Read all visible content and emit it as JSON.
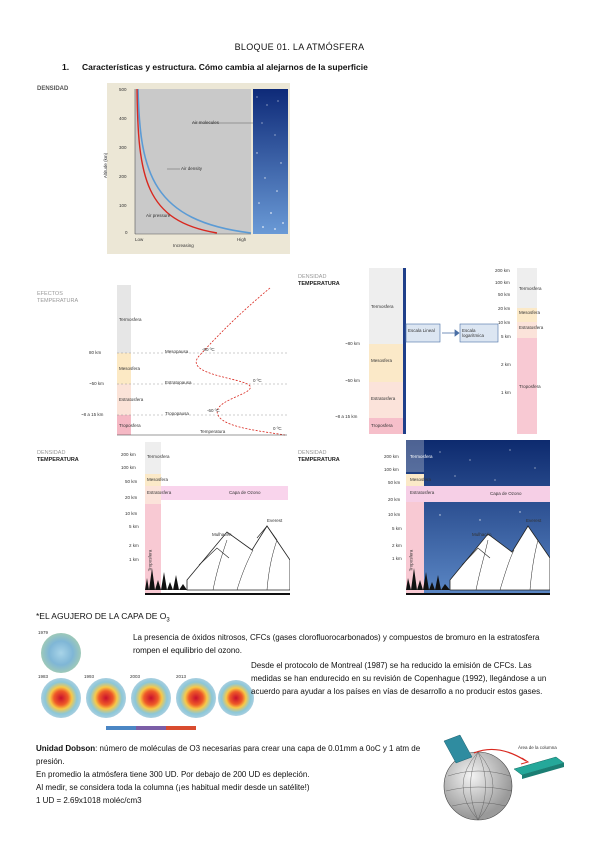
{
  "header": {
    "title": "BLOQUE 01. LA ATMÓSFERA",
    "section_number": "1.",
    "section_title": "Características y estructura. Cómo cambia al alejarnos de la superficie"
  },
  "fig_density": {
    "label": "DENSIDAD",
    "y_ticks": [
      "500",
      "400",
      "300",
      "200",
      "100",
      "0"
    ],
    "y_axis_label": "Altitude (km)",
    "x_low": "Low",
    "x_mid": "Increasing",
    "x_high": "High",
    "air_density": "Air density",
    "air_pressure": "Air pressure",
    "air_molecules": "Air molecules"
  },
  "fig_layers_a": {
    "label_1": "EFECTOS",
    "label_2": "TEMPERATURA",
    "termosfera": "Termosfera",
    "mesosfera": "Mesosfera",
    "estratosfera": "Estratosfera",
    "troposfera": "Troposfera",
    "alt_1": "80 km",
    "alt_2": "~50 km",
    "alt_3": "~8 a 15 km",
    "mesopausa": "Mesopausa",
    "estratopausa": "Estratopausa",
    "tropopausa": "Tropopausa",
    "temp_1": "-90 ºC",
    "temp_2": "0 ºC",
    "temp_3": "-60 ºC",
    "temp_4": "0 ºC",
    "temperatura": "Temperatura"
  },
  "fig_scales": {
    "label_1": "DENSIDAD",
    "label_2": "TEMPERATURA",
    "termosfera": "Termosfera",
    "mesosfera": "Mesosfera",
    "estratosfera": "Estratosfera",
    "troposfera": "Troposfera",
    "alt_1": "~80 km",
    "alt_2": "~50 km",
    "alt_3": "~8 a 15 km",
    "escala_lineal": "Escala Lineal",
    "escala_log": "Escala logarítmica",
    "log_ticks": [
      "200 km",
      "100 km",
      "50 km",
      "20 km",
      "10 km",
      "5 km",
      "2 km",
      "1 km"
    ],
    "termosfera_r": "Termosfera",
    "mesosfera_r": "Mesosfera",
    "estratosfera_r": "Estratosfera",
    "troposfera_r": "Troposfera"
  },
  "fig_ozone_a": {
    "label_1": "DENSIDAD",
    "label_2": "TEMPERATURA",
    "ticks": [
      "200 km",
      "100 km",
      "50 km",
      "20 km",
      "10 km",
      "5 km",
      "2 km",
      "1 km"
    ],
    "termosfera": "Termosfera",
    "mesosfera": "Mesosfera",
    "estratosfera": "Estratosfera",
    "troposfera": "Troposfera",
    "capa_ozono": "Capa de Ozono",
    "everest": "Everest",
    "mulhacen": "Mulhacén"
  },
  "fig_ozone_b": {
    "label_1": "DENSIDAD",
    "label_2": "TEMPERATURA",
    "ticks": [
      "200 km",
      "100 km",
      "50 km",
      "20 km",
      "10 km",
      "5 km",
      "2 km",
      "1 km"
    ],
    "termosfera": "Termosfera",
    "mesosfera": "Mesosfera",
    "estratosfera": "Estratosfera",
    "troposfera": "Troposfera",
    "capa_ozono": "Capa de Ozono",
    "everest": "Everest",
    "mulhacen": "Mulhacén"
  },
  "ozone_section": {
    "heading": "*EL AGUJERO DE LA CAPA DE O",
    "heading_sub": "3",
    "para_1": "La presencia de óxidos nitrosos, CFCs (gases clorofluorocarbonados) y compuestos de bromuro en la estratosfera rompen el equilibrio del ozono.",
    "para_2": "Desde el protocolo de Montreal (1987) se ha reducido la emisión de CFCs. Las medidas se han endurecido en su revisión de Copenhague (1992), llegándose a un acuerdo para ayudar a los países en vías de desarrollo a no producir estos gases.",
    "globe_years": [
      "1979",
      "1983",
      "1993",
      "2003",
      "2013"
    ]
  },
  "dobson": {
    "term": "Unidad Dobson",
    "def": ": número de moléculas de O3 necesarias para crear una capa de 0.01mm a 0oC y 1 atm de presión.",
    "line_2": "En promedio la atmósfera tiene 300 UD. Por debajo de 200 UD es depleción.",
    "line_3": "Al medir, se considera toda la columna (¡es habitual medir desde un satélite!)",
    "line_4": "1 UD = 2.69x1018 moléc/cm3",
    "column_label": "Área de la columna"
  }
}
